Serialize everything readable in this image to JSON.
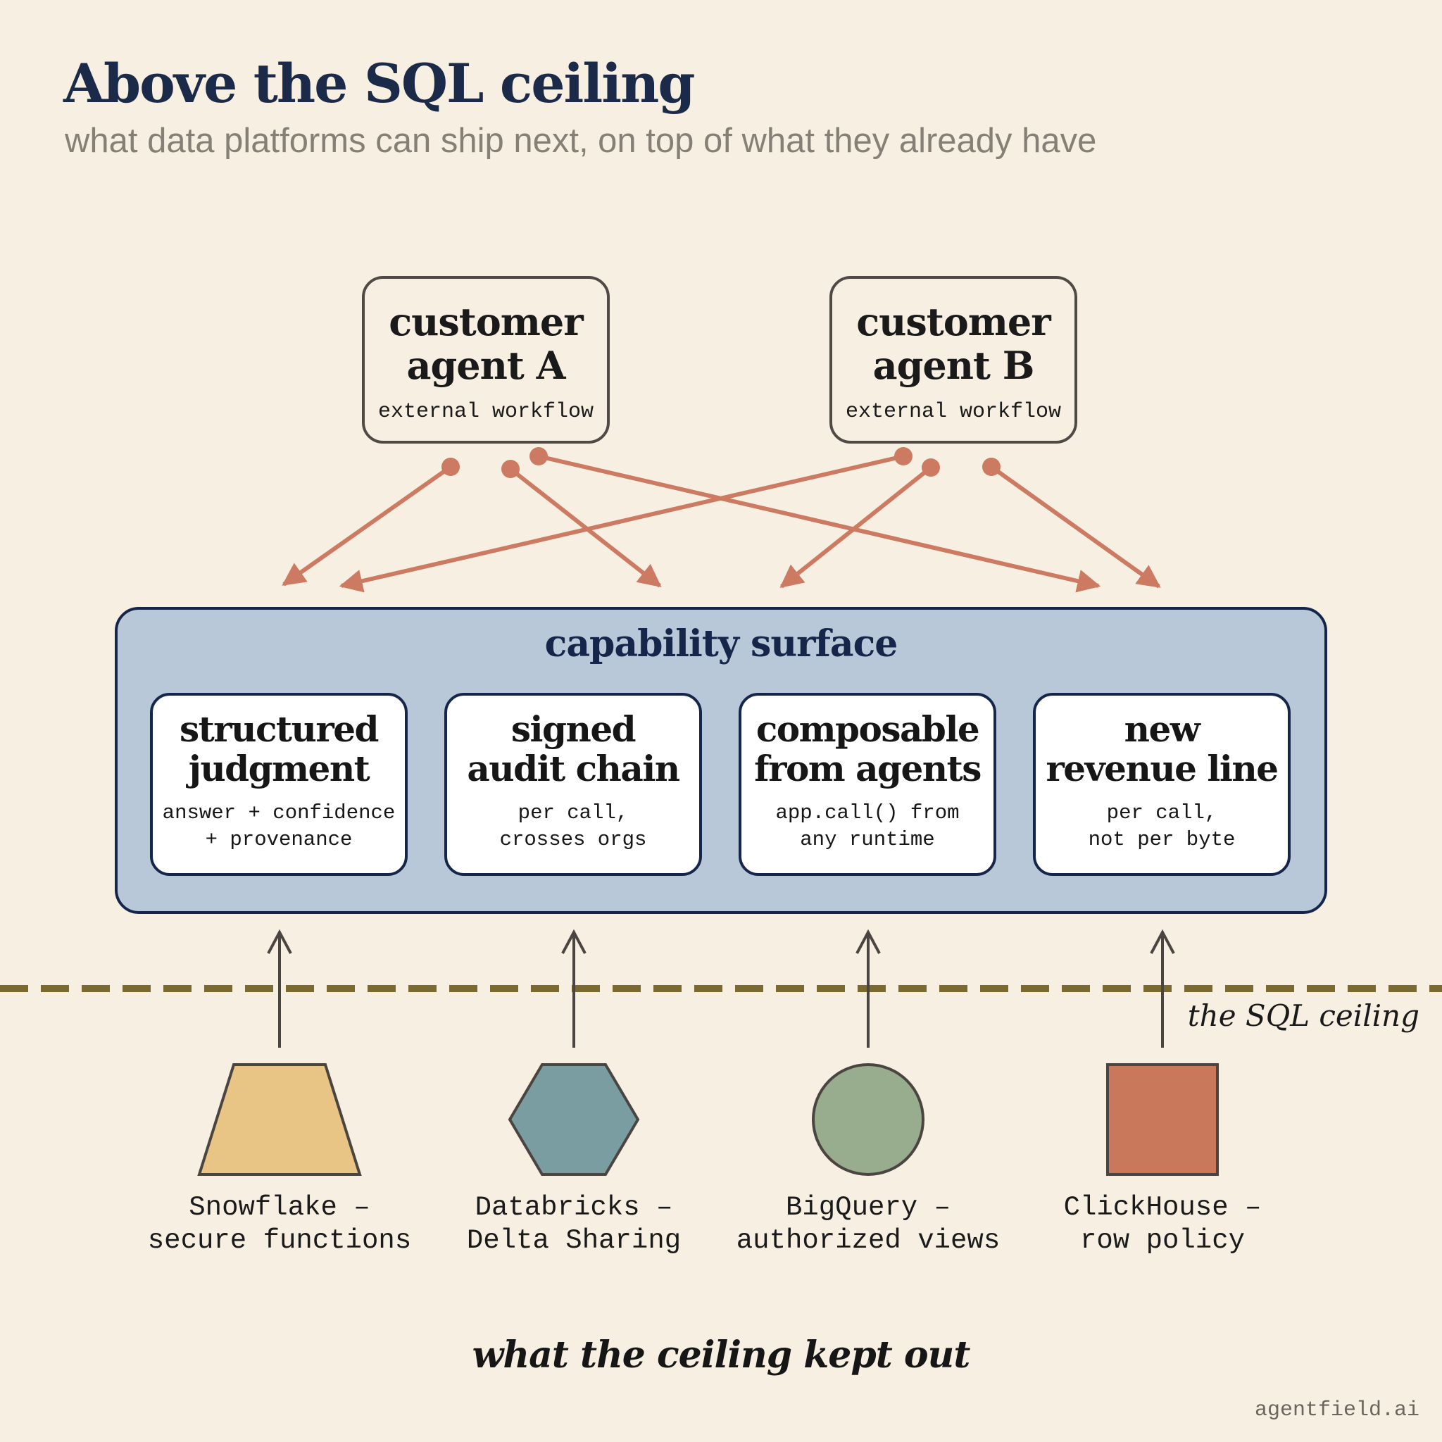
{
  "title": "Above the SQL ceiling",
  "subtitle": "what data platforms can ship next, on top of what they already have",
  "agents": [
    {
      "name": "customer\nagent A",
      "sub": "external workflow"
    },
    {
      "name": "customer\nagent B",
      "sub": "external workflow"
    }
  ],
  "surface": {
    "title": "capability surface",
    "capabilities": [
      {
        "name": "structured\njudgment",
        "sub": "answer + confidence\n+ provenance"
      },
      {
        "name": "signed\naudit chain",
        "sub": "per call,\ncrosses orgs"
      },
      {
        "name": "composable\nfrom agents",
        "sub": "app.call() from\nany runtime"
      },
      {
        "name": "new\nrevenue line",
        "sub": "per call,\nnot per byte"
      }
    ]
  },
  "ceiling_label": "the SQL ceiling",
  "platforms": [
    {
      "label": "Snowflake –\nsecure functions",
      "shape": "trapezoid-icon",
      "color": "#e8c584"
    },
    {
      "label": "Databricks –\nDelta Sharing",
      "shape": "hexagon-icon",
      "color": "#7a9da2"
    },
    {
      "label": "BigQuery –\nauthorized views",
      "shape": "circle-icon",
      "color": "#98ac8e"
    },
    {
      "label": "ClickHouse –\nrow policy",
      "shape": "square-icon",
      "color": "#c9785c"
    }
  ],
  "footer": "what the ceiling kept out",
  "brand": "agentfield.ai",
  "colors": {
    "background": "#f7f0e2",
    "title": "#1a2a48",
    "connector": "#cd7a62",
    "surface": "#b9c8d9",
    "surface_border": "#16264a",
    "ceiling": "#7a6a30"
  }
}
